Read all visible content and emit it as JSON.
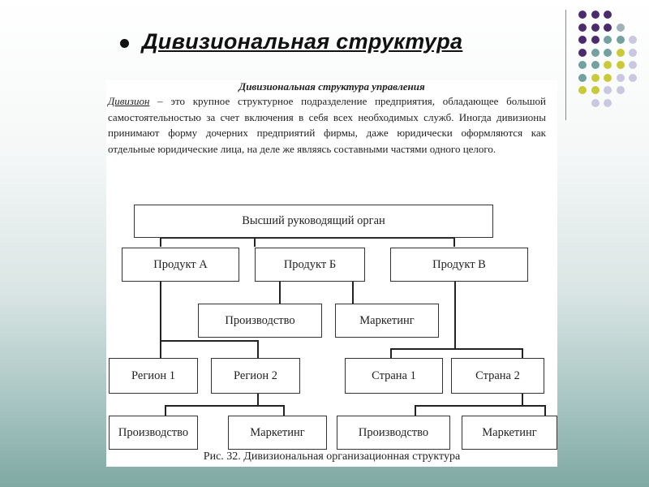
{
  "slide": {
    "title": "Дивизиональная структура"
  },
  "panel": {
    "heading": "Дивизиональная структура управления",
    "term": "Дивизион",
    "definition": " – это крупное структурное подразделение предприятия, обладающее большой самостоятельностью за счет включения в себя всех необходимых служб. Иногда дивизионы принимают форму дочерних предприятий фирмы, даже юридически оформляются как отдельные юридические лица, на деле же являясь составными частями одного целого.",
    "caption": "Рис. 32. Дивизиональная организационная структура"
  },
  "diagram": {
    "top": "Высший руководящий орган",
    "product_a": "Продукт А",
    "product_b": "Продукт Б",
    "product_v": "Продукт В",
    "production_mid": "Производство",
    "marketing_mid": "Маркетинг",
    "region_1": "Регион 1",
    "region_2": "Регион 2",
    "country_1": "Страна 1",
    "country_2": "Страна 2",
    "production_left": "Производство",
    "marketing_left": "Маркетинг",
    "production_right": "Производство",
    "marketing_right": "Маркетинг"
  },
  "decoration": {
    "dot_colors": {
      "purple": "#4b2a6e",
      "gray": "#9fb3b6",
      "teal": "#74a0a0",
      "yellow": "#c9c93a",
      "lavender": "#c9c8e0"
    }
  }
}
